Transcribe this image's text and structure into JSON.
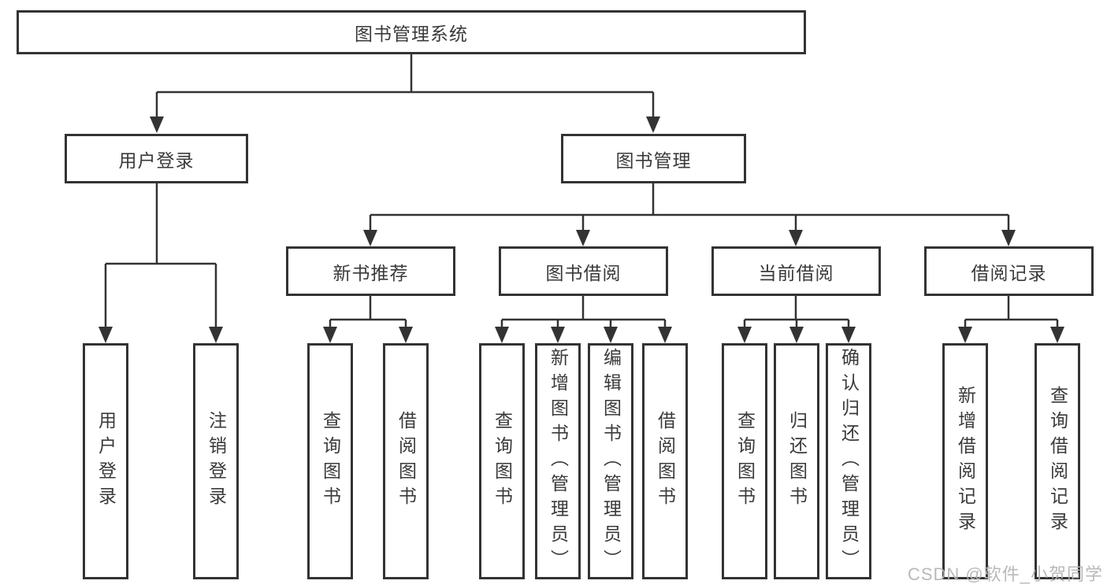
{
  "colors": {
    "background": "#ffffff",
    "line": "#333333",
    "box_border": "#333333",
    "text": "#3a3a3a",
    "watermark": "#b5b5b5"
  },
  "watermark": "CSDN @软件_小贺同学",
  "nodes": {
    "root": "图书管理系统",
    "user_login": "用户登录",
    "book_management": "图书管理",
    "new_book_recommend": "新书推荐",
    "book_borrowing": "图书借阅",
    "current_borrowing": "当前借阅",
    "borrowing_records": "借阅记录",
    "leaf_user_login": "用户登录",
    "leaf_logout": "注销登录",
    "leaf_recommend_query_books": "查询图书",
    "leaf_recommend_borrow_books": "借阅图书",
    "leaf_borrowing_query_books": "查询图书",
    "leaf_borrowing_add_books": "新增图书（管理员）",
    "leaf_borrowing_edit_books": "编辑图书（管理员）",
    "leaf_borrowing_borrow_books": "借阅图书",
    "leaf_current_query_books": "查询图书",
    "leaf_current_return_books": "归还图书",
    "leaf_current_confirm_return": "确认归还（管理员）",
    "leaf_records_add_record": "新增借阅记录",
    "leaf_records_query_record": "查询借阅记录"
  }
}
